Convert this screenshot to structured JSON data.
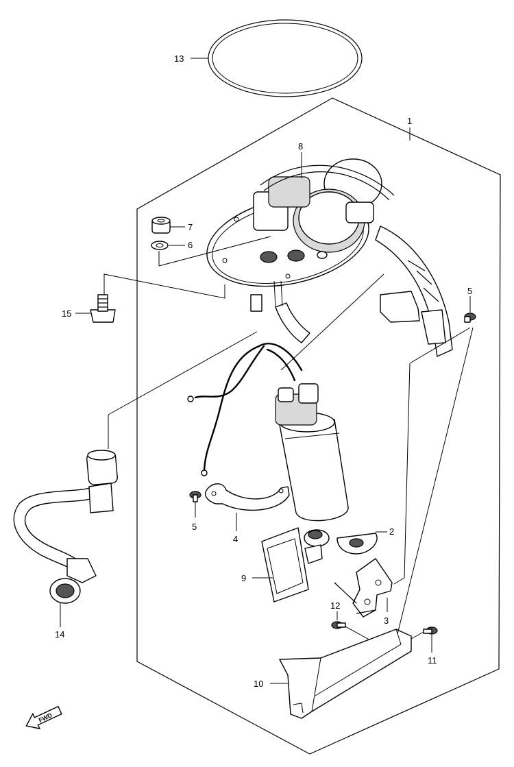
{
  "diagram": {
    "labels": {
      "p1": "1",
      "p2": "2",
      "p3": "3",
      "p4": "4",
      "p5a": "5",
      "p5b": "5",
      "p6": "6",
      "p7": "7",
      "p8": "8",
      "p9": "9",
      "p10": "10",
      "p11": "11",
      "p12": "12",
      "p13": "13",
      "p14": "14",
      "p15": "15"
    },
    "fwd_label": "FWD"
  }
}
